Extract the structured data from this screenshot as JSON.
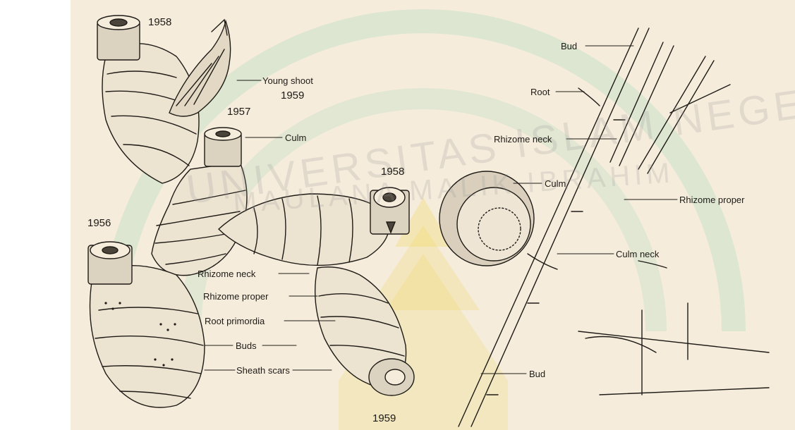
{
  "years": {
    "y1958_top": "1958",
    "y1959_shoot": "1959",
    "y1957": "1957",
    "y1958_right": "1958",
    "y1956": "1956",
    "y1959_bottom": "1959"
  },
  "left_labels": {
    "young_shoot": "Young shoot",
    "culm": "Culm",
    "rhizome_neck": "Rhizome neck",
    "rhizome_proper": "Rhizome proper",
    "root_primordia": "Root primordia",
    "buds": "Buds",
    "sheath_scars": "Sheath scars"
  },
  "right_labels": {
    "bud_top": "Bud",
    "root": "Root",
    "rhizome_neck": "Rhizome neck",
    "culm": "Culm",
    "rhizome_proper": "Rhizome proper",
    "culm_neck": "Culm neck",
    "bud_bottom": "Bud"
  },
  "watermark": {
    "text_top": "UNIVERSITAS ISLAM NEGERI",
    "text_inner": "MAULANA MALIK IBRAHIM"
  },
  "colors": {
    "paper": "#f5ecdc",
    "ink": "#1e1b16",
    "watermark_green": "#3cc08c",
    "watermark_gold": "#f0d23c"
  }
}
